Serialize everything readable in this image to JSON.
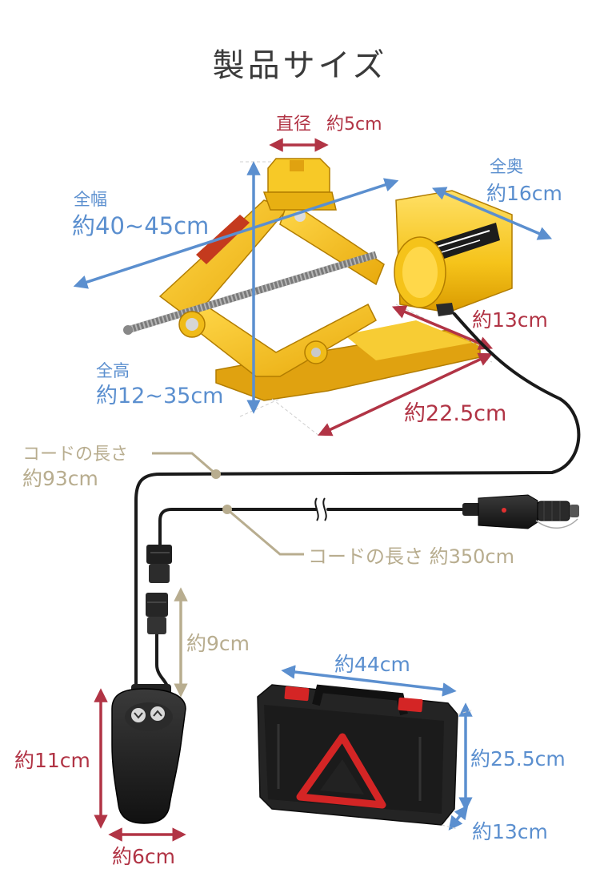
{
  "title": "製品サイズ",
  "colors": {
    "blue": "#5b8fcf",
    "red": "#b13445",
    "tan": "#b8ad8f",
    "title": "#3a3a3a",
    "yellow": "#f5c31a",
    "cable": "#1a1a1a"
  },
  "labels": {
    "diameter_head": "直径",
    "diameter_value": "約5cm",
    "width_head": "全幅",
    "width_value": "約40~45cm",
    "depth_head": "全奥",
    "depth_value": "約16cm",
    "height_head": "全高",
    "height_value": "約12~35cm",
    "motor_value": "約13cm",
    "base_value": "約22.5cm",
    "cord1_head": "コードの長さ",
    "cord1_value": "約93cm",
    "cord2_text": "コードの長さ 約350cm",
    "connector_value": "約9cm",
    "remote_height_value": "約11cm",
    "remote_width_value": "約6cm",
    "case_width_value": "約44cm",
    "case_height_value": "約25.5cm",
    "case_depth_value": "約13cm"
  },
  "icons": [
    "scissor-jack-illustration",
    "motor-icon",
    "car-plug-icon",
    "remote-control-icon",
    "up-arrow-icon",
    "down-arrow-icon",
    "storage-case-icon",
    "warning-triangle-icon",
    "cable-break-icon"
  ]
}
